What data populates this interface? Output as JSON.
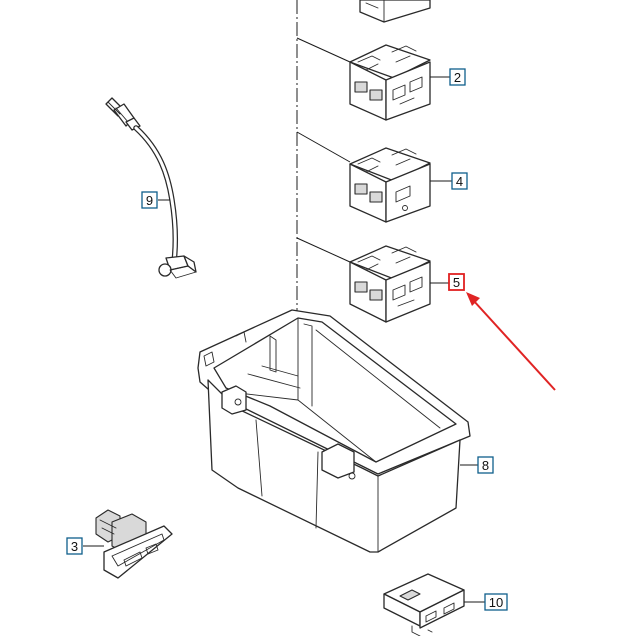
{
  "callouts": {
    "c2": "2",
    "c4": "4",
    "c5": "5",
    "c9": "9",
    "c8": "8",
    "c3": "3",
    "c10": "10"
  },
  "colors": {
    "callout_border": "#0f5f8c",
    "highlight": "#e02020",
    "arrow": "#e02424",
    "line": "#2a2a2a"
  },
  "highlighted_callout": "5"
}
